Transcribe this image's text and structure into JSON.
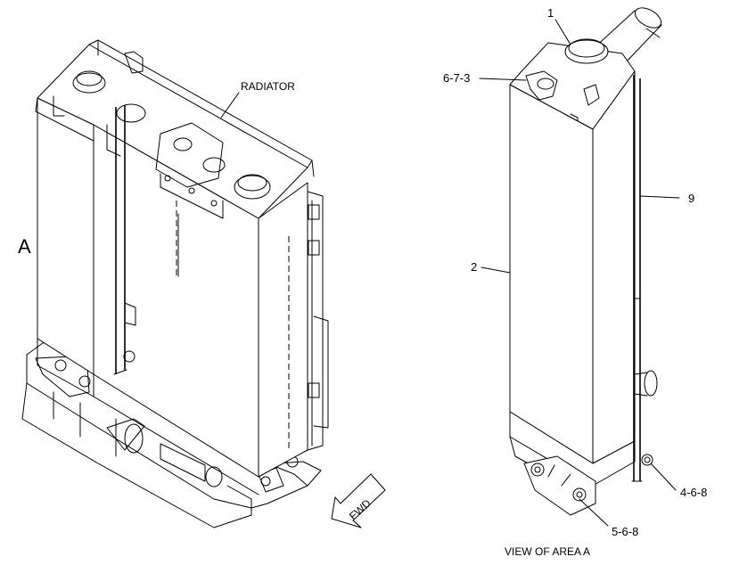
{
  "labels": {
    "radiator": "RADIATOR",
    "area_marker": "A",
    "fwd": "FWD",
    "view_caption": "VIEW OF AREA A",
    "callouts": {
      "c1": "1",
      "c673": "6-7-3",
      "c9": "9",
      "c2": "2",
      "c468": "4-6-8",
      "c568": "5-6-8"
    }
  }
}
